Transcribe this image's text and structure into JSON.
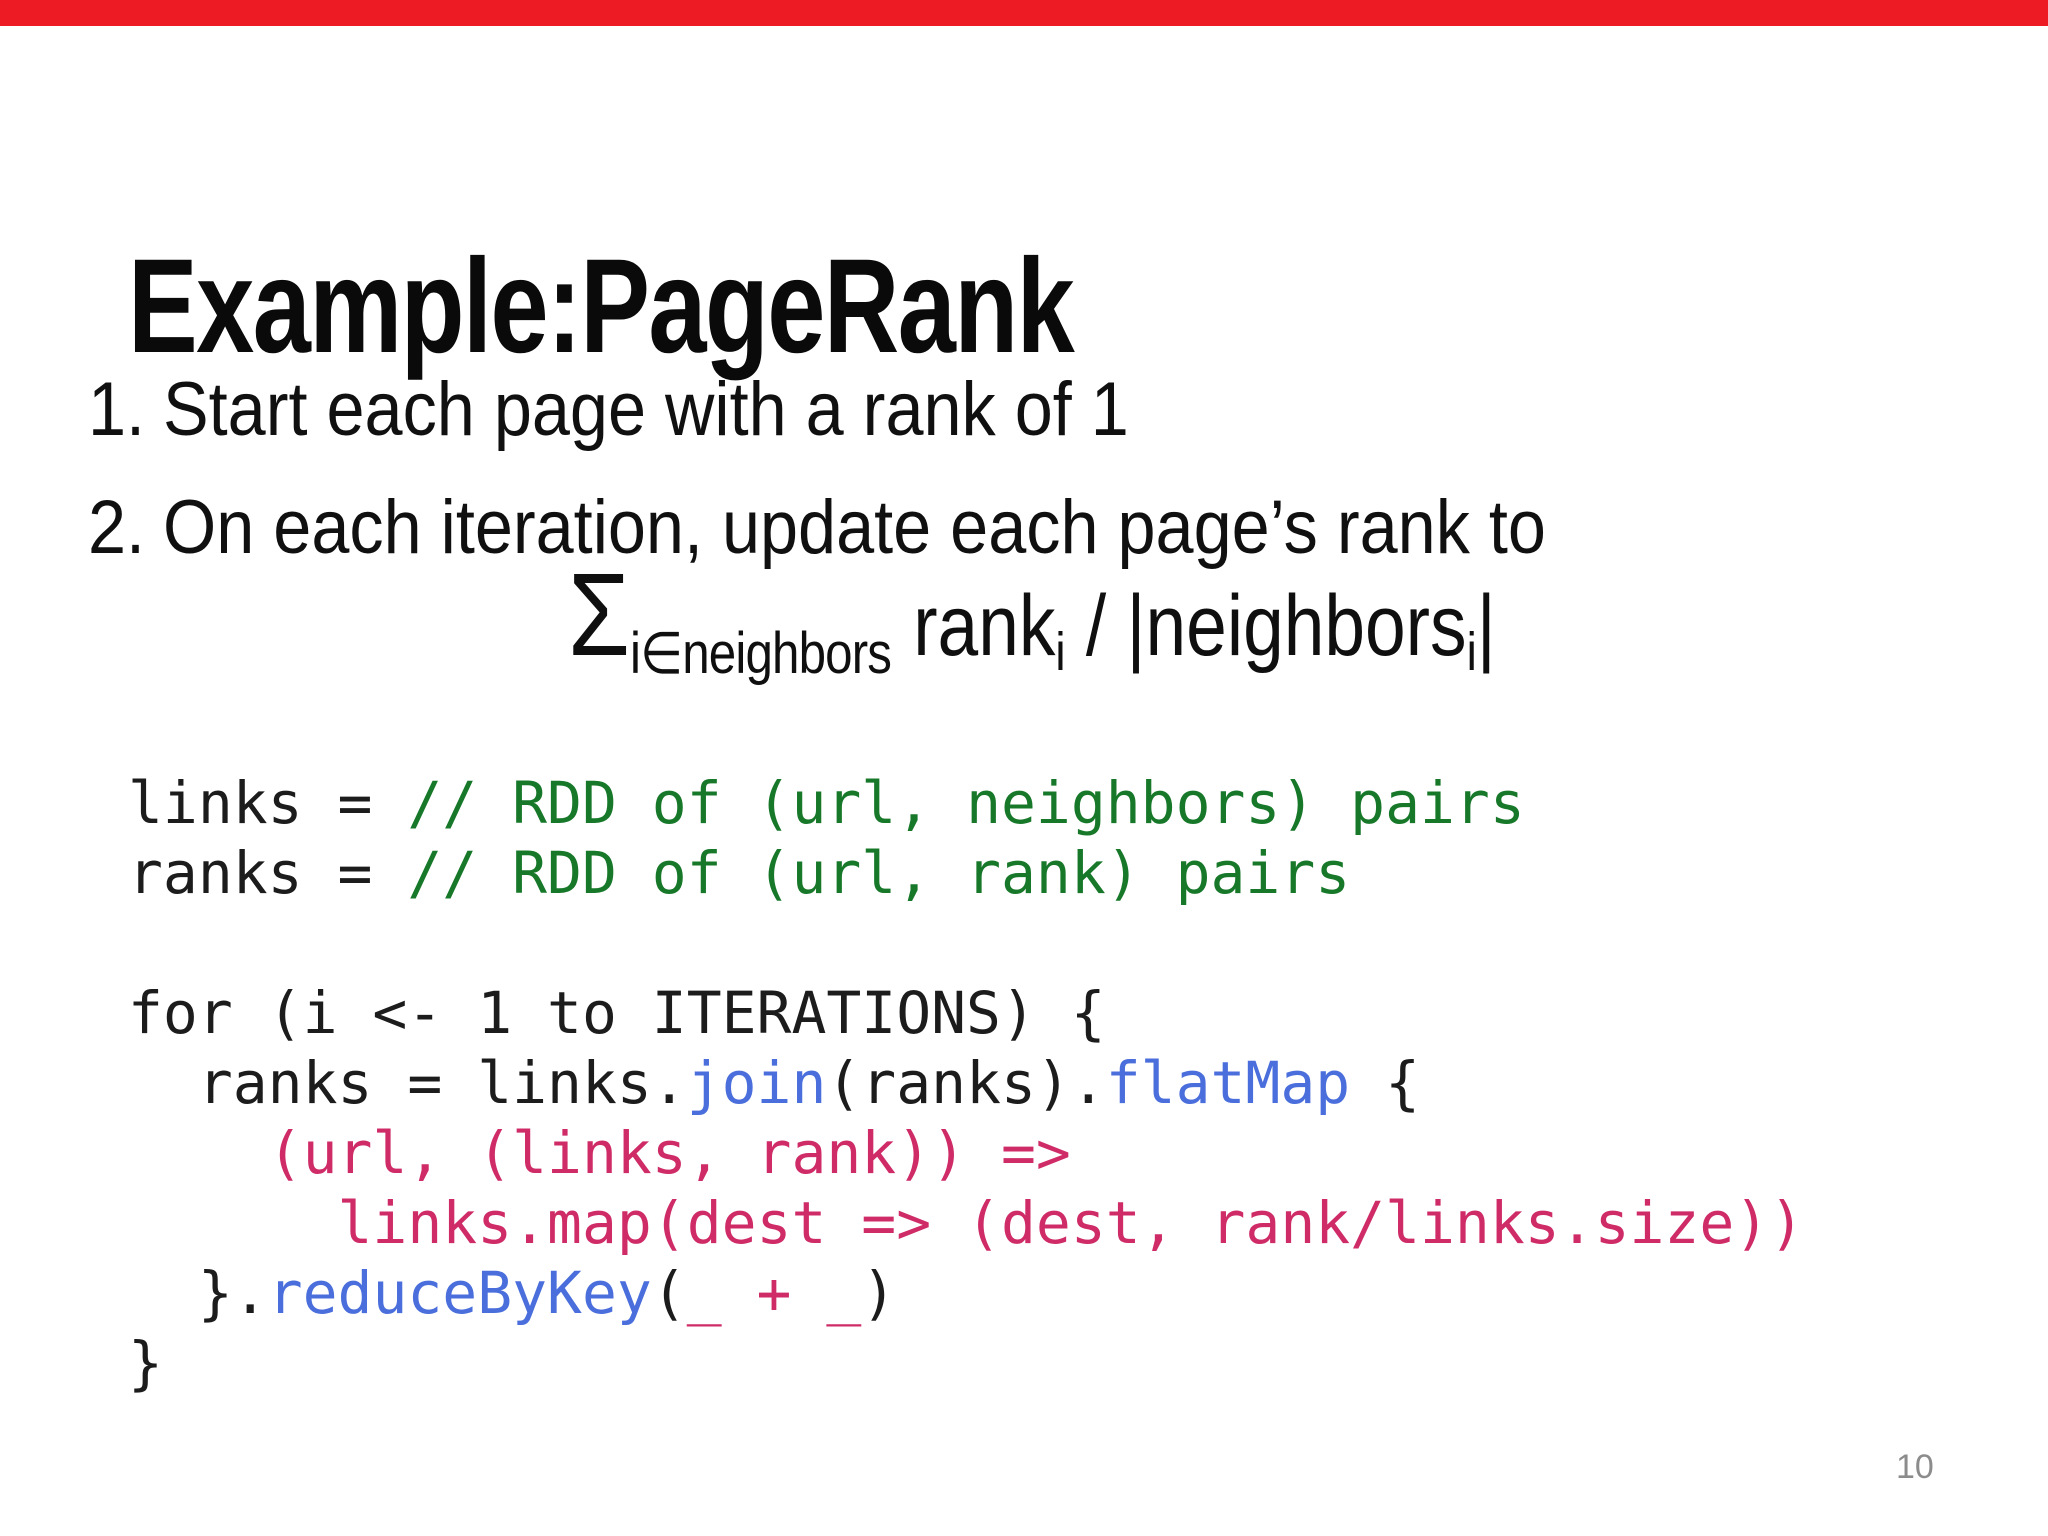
{
  "slide": {
    "accent_color": "#ed1c24",
    "title": "Example:PageRank",
    "steps": [
      {
        "label": "1.",
        "text": "Start each page with a rank of 1"
      },
      {
        "label": "2.",
        "text": "On each iteration, update each page’s rank to"
      }
    ],
    "formula": {
      "sigma": "Σ",
      "sigma_sub": "i∈neighbors",
      "term": "rank",
      "term_sub": "i",
      "mid": " / |neighbors",
      "mid_sub": "i",
      "end": "|"
    },
    "code": {
      "colors": {
        "default": "#1c1c1c",
        "comment": "#17782a",
        "method": "#4a6edb",
        "literal": "#cf2b67"
      },
      "lines": [
        [
          {
            "t": "links = ",
            "c": "default"
          },
          {
            "t": "// RDD of (url, neighbors) pairs",
            "c": "comment"
          }
        ],
        [
          {
            "t": "ranks = ",
            "c": "default"
          },
          {
            "t": "// RDD of (url, rank) pairs",
            "c": "comment"
          }
        ],
        [],
        [
          {
            "t": "for (i <- 1 to ITERATIONS) {",
            "c": "default"
          }
        ],
        [
          {
            "t": "  ranks = links.",
            "c": "default"
          },
          {
            "t": "join",
            "c": "method"
          },
          {
            "t": "(ranks).",
            "c": "default"
          },
          {
            "t": "flatMap",
            "c": "method"
          },
          {
            "t": " {",
            "c": "default"
          }
        ],
        [
          {
            "t": "    ",
            "c": "default"
          },
          {
            "t": "(url, (links, rank)) =>",
            "c": "literal"
          }
        ],
        [
          {
            "t": "      ",
            "c": "default"
          },
          {
            "t": "links.map(dest => (dest, rank/links.size))",
            "c": "literal"
          }
        ],
        [
          {
            "t": "  }.",
            "c": "default"
          },
          {
            "t": "reduceByKey",
            "c": "method"
          },
          {
            "t": "(",
            "c": "default"
          },
          {
            "t": "_ + _",
            "c": "literal"
          },
          {
            "t": ")",
            "c": "default"
          }
        ],
        [
          {
            "t": "}",
            "c": "default"
          }
        ]
      ]
    },
    "page_number": "10"
  }
}
